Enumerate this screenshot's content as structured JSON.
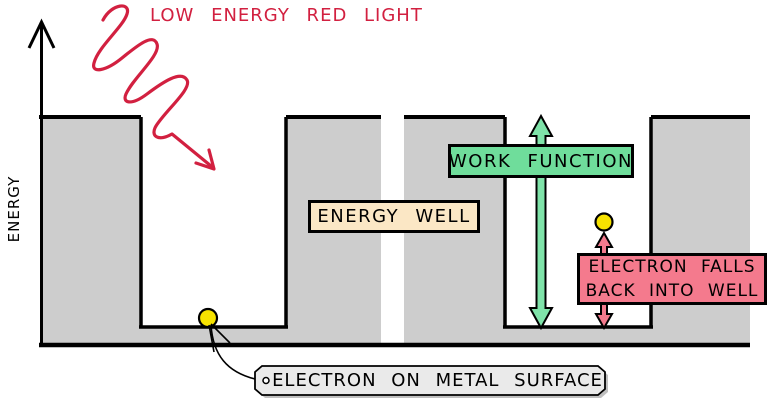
{
  "diagram": {
    "title": "LOW ENERGY RED LIGHT",
    "y_axis_label": "ENERGY",
    "annotations": {
      "energy_well": "ENERGY WELL",
      "work_function": "WORK FUNCTION",
      "electron_falls_line1": "ELECTRON FALLS",
      "electron_falls_line2": "BACK INTO WELL",
      "electron_surface": "ELECTRON ON METAL SURFACE"
    },
    "colors": {
      "red_light": "#D22040",
      "green_box": "#6FDD9B",
      "green_arrow": "#7FE3A9",
      "pink_box": "#F47A8D",
      "pink_arrow": "#F47A8D",
      "cream_box": "#FBE7C5",
      "metal_gray": "#CDCDCD",
      "tag_gray": "#EAEAEA",
      "tag_shadow": "#BFBFBF",
      "electron_yellow": "#F7E300",
      "outline": "#000000"
    }
  }
}
